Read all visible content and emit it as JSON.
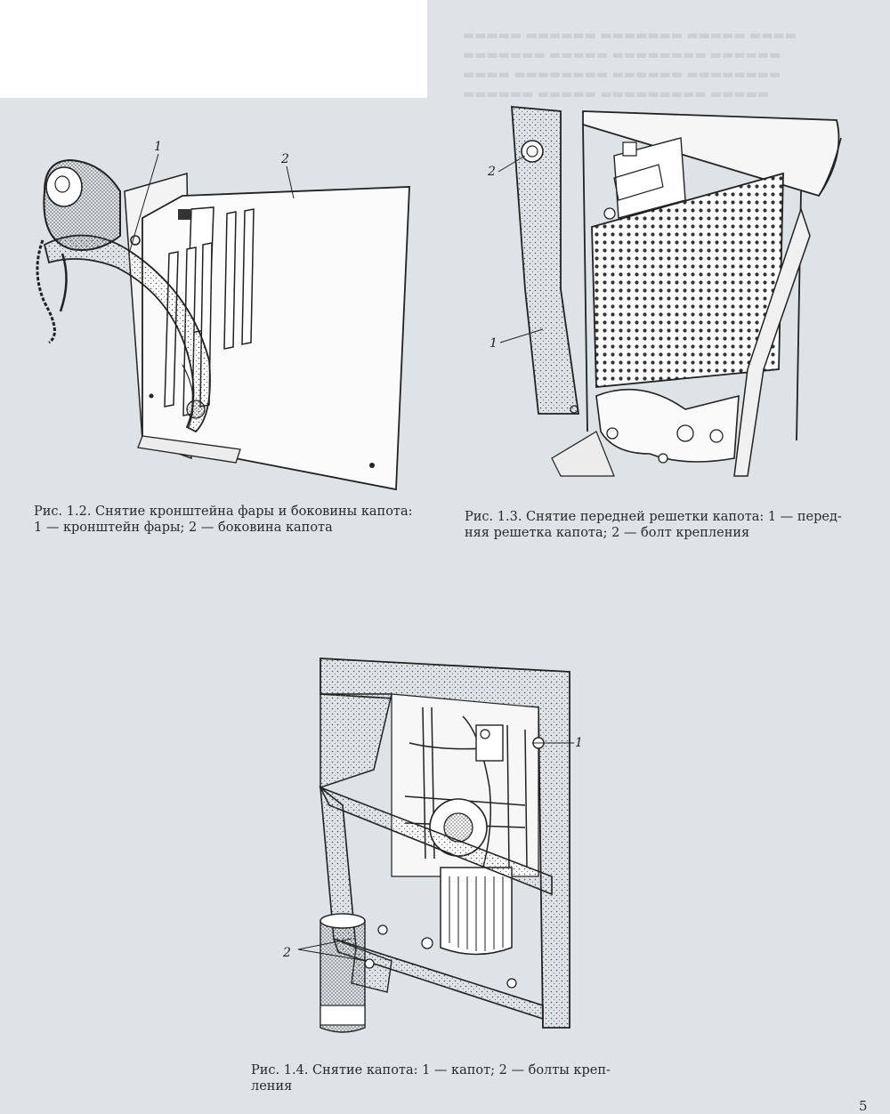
{
  "figures": [
    {
      "id": "fig-1-2",
      "callouts": [
        "1",
        "2"
      ],
      "caption_lines": [
        "Рис. 1.2. Снятие кронштейна фары и боковины капота:",
        "1 — кронштейн фары; 2 — боковина капота"
      ]
    },
    {
      "id": "fig-1-3",
      "callouts": [
        "1",
        "2"
      ],
      "caption_lines": [
        "Рис. 1.3. Снятие передней решетки капота: 1 — перед-",
        "няя решетка капота; 2 — болт крепления"
      ]
    },
    {
      "id": "fig-1-4",
      "callouts": [
        "1",
        "2"
      ],
      "caption_lines": [
        "Рис. 1.4. Снятие капота: 1 — капот; 2 — болты креп-",
        "ления"
      ]
    }
  ],
  "page_number": "5"
}
